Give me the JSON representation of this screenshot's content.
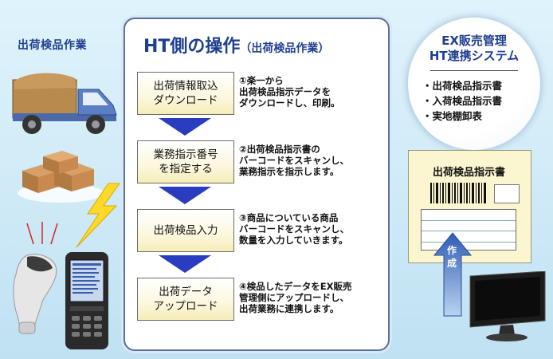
{
  "left": {
    "title": "出荷検品作業"
  },
  "panel": {
    "title": "HT側の操作",
    "subtitle": "（出荷検品作業）",
    "steps": [
      {
        "label": "出荷情報取込\nダウンロード",
        "desc": "①楽一から\n出荷検品指示データを\nダウンロードし、印刷。"
      },
      {
        "label": "業務指示番号\nを指定する",
        "desc": "②出荷検品指示書の\nバーコードをスキャンし、\n業務指示を指示します。"
      },
      {
        "label": "出荷検品入力",
        "desc": "③商品についている商品\nバーコードをスキャンし、\n数量を入力していきます。"
      },
      {
        "label": "出荷データ\nアップロード",
        "desc": "④検品したデータをEX販売\n管理側にアップロードし、\n出荷業務に連携します。"
      }
    ]
  },
  "system": {
    "title": "EX販売管理\nHT連携システム",
    "items": [
      "・出荷検品指示書",
      "・入荷検品指示書",
      "・実地棚卸表"
    ]
  },
  "document": {
    "title": "出荷検品指示書"
  },
  "create_label": "作\n成",
  "colors": {
    "accent": "#1e3f8f",
    "arrow": "#2a3dbf",
    "step_bg": "#fcf7dd",
    "doc_bg": "#fbf6cf"
  },
  "icons": [
    "truck-icon",
    "boxes-icon",
    "barcode-scanner-icon",
    "handheld-terminal-icon",
    "lightning-icon",
    "monitor-icon",
    "barcode-icon"
  ]
}
